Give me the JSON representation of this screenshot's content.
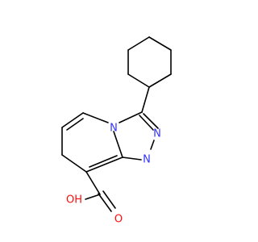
{
  "molecule": {
    "colors": {
      "bond": "#000000",
      "nitrogen": "#3333ff",
      "oxygen": "#ff0d0d"
    },
    "atom_labels": [
      {
        "id": "n4",
        "text": "N",
        "element": "nitrogen"
      },
      {
        "id": "n2",
        "text": "N",
        "element": "nitrogen"
      },
      {
        "id": "n1",
        "text": "N",
        "element": "nitrogen"
      },
      {
        "id": "oh",
        "text": "OH",
        "element": "oxygen"
      },
      {
        "id": "o",
        "text": "O",
        "element": "oxygen"
      }
    ]
  }
}
